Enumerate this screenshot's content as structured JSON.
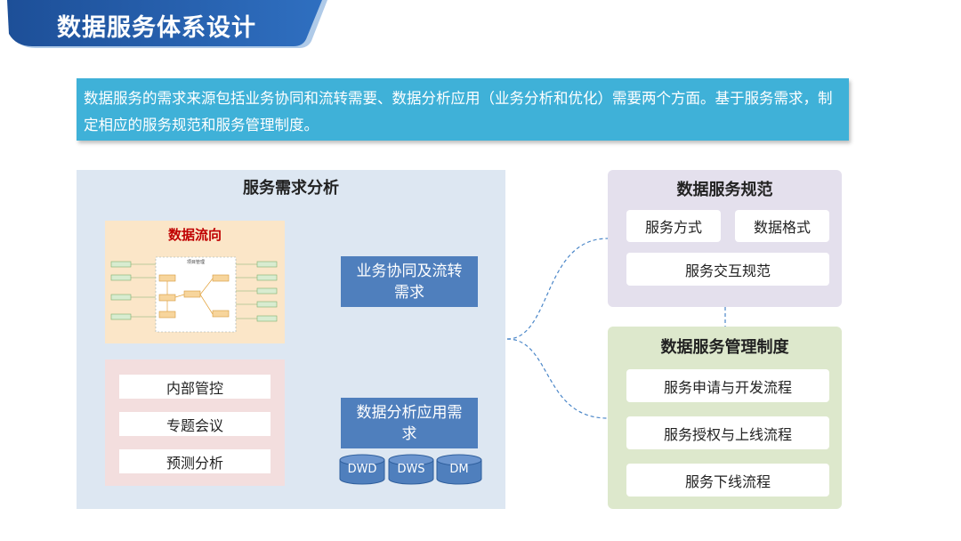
{
  "header": {
    "title": "数据服务体系设计"
  },
  "intro": {
    "text": "数据服务的需求来源包括业务协同和流转需要、数据分析应用（业务分析和优化）需要两个方面。基于服务需求，制定相应的服务规范和服务管理制度。"
  },
  "left_panel": {
    "title": "服务需求分析",
    "data_flow": {
      "title": "数据流向",
      "center_label": "项目管理"
    },
    "internal_items": [
      "内部管控",
      "专题会议",
      "预测分析"
    ],
    "business_button": "业务协同及流转需求",
    "analysis_button": "数据分析应用需求",
    "databases": [
      "DWD",
      "DWS",
      "DM"
    ]
  },
  "spec_panel": {
    "title": "数据服务规范",
    "items": [
      "服务方式",
      "数据格式",
      "服务交互规范"
    ]
  },
  "mgmt_panel": {
    "title": "数据服务管理制度",
    "items": [
      "服务申请与开发流程",
      "服务授权与上线流程",
      "服务下线流程"
    ]
  },
  "colors": {
    "banner": "#1f5aa6",
    "intro_bg": "#3fb1d8",
    "left_panel_bg": "#dde7f2",
    "button_blue": "#4f7fbd",
    "spec_bg": "#e4e0ed",
    "mgmt_bg": "#dde8cc",
    "flow_title": "#c00000"
  }
}
